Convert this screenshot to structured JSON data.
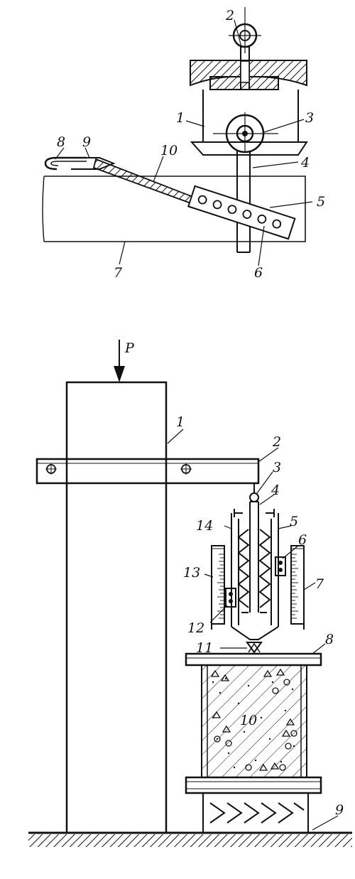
{
  "figure_top": {
    "labels": {
      "l1": "1",
      "l2": "2",
      "l3": "3",
      "l4": "4",
      "l5": "5",
      "l6": "6",
      "l7": "7",
      "l8": "8",
      "l9": "9",
      "l10": "10"
    }
  },
  "figure_bottom": {
    "load_label": "P",
    "labels": {
      "l1": "1",
      "l2": "2",
      "l3": "3",
      "l4": "4",
      "l5": "5",
      "l6": "6",
      "l7": "7",
      "l8": "8",
      "l9": "9",
      "l10": "10",
      "l11": "11",
      "l12": "12",
      "l13": "13",
      "l14": "14"
    }
  },
  "colors": {
    "ink": "#111111",
    "paper": "#ffffff"
  }
}
